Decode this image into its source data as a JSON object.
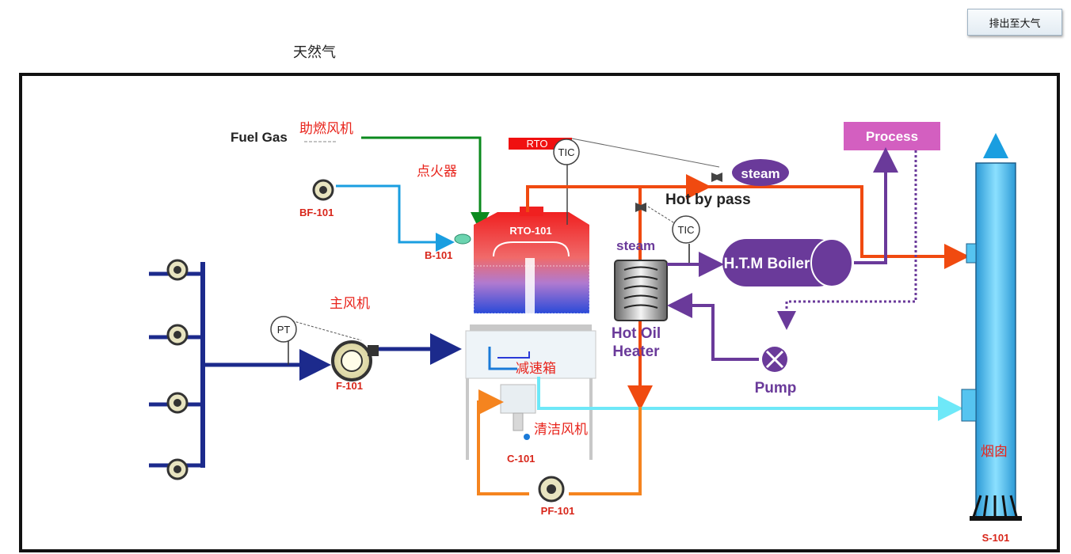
{
  "header": {
    "exhaust_button": "排出至大气",
    "natural_gas_label": "天然气"
  },
  "diagram": {
    "fuel_gas": "Fuel Gas",
    "combustion_fan_cn": "助燃风机",
    "igniter_cn": "点火器",
    "rto_tag": "RTO",
    "tic_top": "TIC",
    "steam_top": "steam",
    "hot_bypass": "Hot by pass",
    "process": "Process",
    "bf101": "BF-101",
    "b101": "B-101",
    "rto101": "RTO-101",
    "steam_mid": "steam",
    "tic_mid": "TIC",
    "htm_boiler": "H.T.M Boiler",
    "main_fan_cn": "主风机",
    "pt": "PT",
    "f101": "F-101",
    "hot_oil": "Hot Oil",
    "heater": "Heater",
    "pump": "Pump",
    "reducer_cn": "减速箱",
    "clean_fan_cn": "清洁风机",
    "c101": "C-101",
    "pf101": "PF-101",
    "chimney_cn": "烟囱",
    "s101": "S-101"
  },
  "colors": {
    "navy": "#1c2a8c",
    "blue": "#1a9ee0",
    "green": "#0b8a1e",
    "orange_red": "#f04a10",
    "orange": "#f5841f",
    "purple": "#6a3a9a",
    "cyan": "#6ee8f8",
    "process_pink": "#d35fc0",
    "stack_blue": "#56c4f0",
    "cn_red": "#e8241c"
  }
}
